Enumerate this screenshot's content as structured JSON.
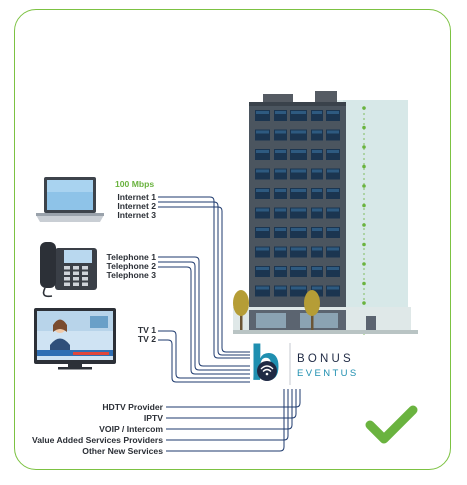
{
  "speed_label": "100 Mbps",
  "internet_lines": [
    "Internet 1",
    "Internet 2",
    "Internet 3"
  ],
  "telephone_lines": [
    "Telephone 1",
    "Telephone 2",
    "Telephone 3"
  ],
  "tv_lines": [
    "TV 1",
    "TV 2"
  ],
  "service_lines": [
    "HDTV Provider",
    "IPTV",
    "VOIP / Intercom",
    "Value Added Services Providers",
    "Other New Services"
  ],
  "brand": {
    "line1": "BONUS",
    "line2": "EVENTUS",
    "logo_letter": "b"
  },
  "icons": [
    "laptop-icon",
    "desk-phone-icon",
    "tv-news-icon",
    "building-icon",
    "wifi-icon",
    "checkmark-icon"
  ],
  "colors": {
    "frame": "#7cc242",
    "wire": "#1e3a6e",
    "accent": "#6ab33f",
    "logo_blue": "#1f8fb0"
  }
}
